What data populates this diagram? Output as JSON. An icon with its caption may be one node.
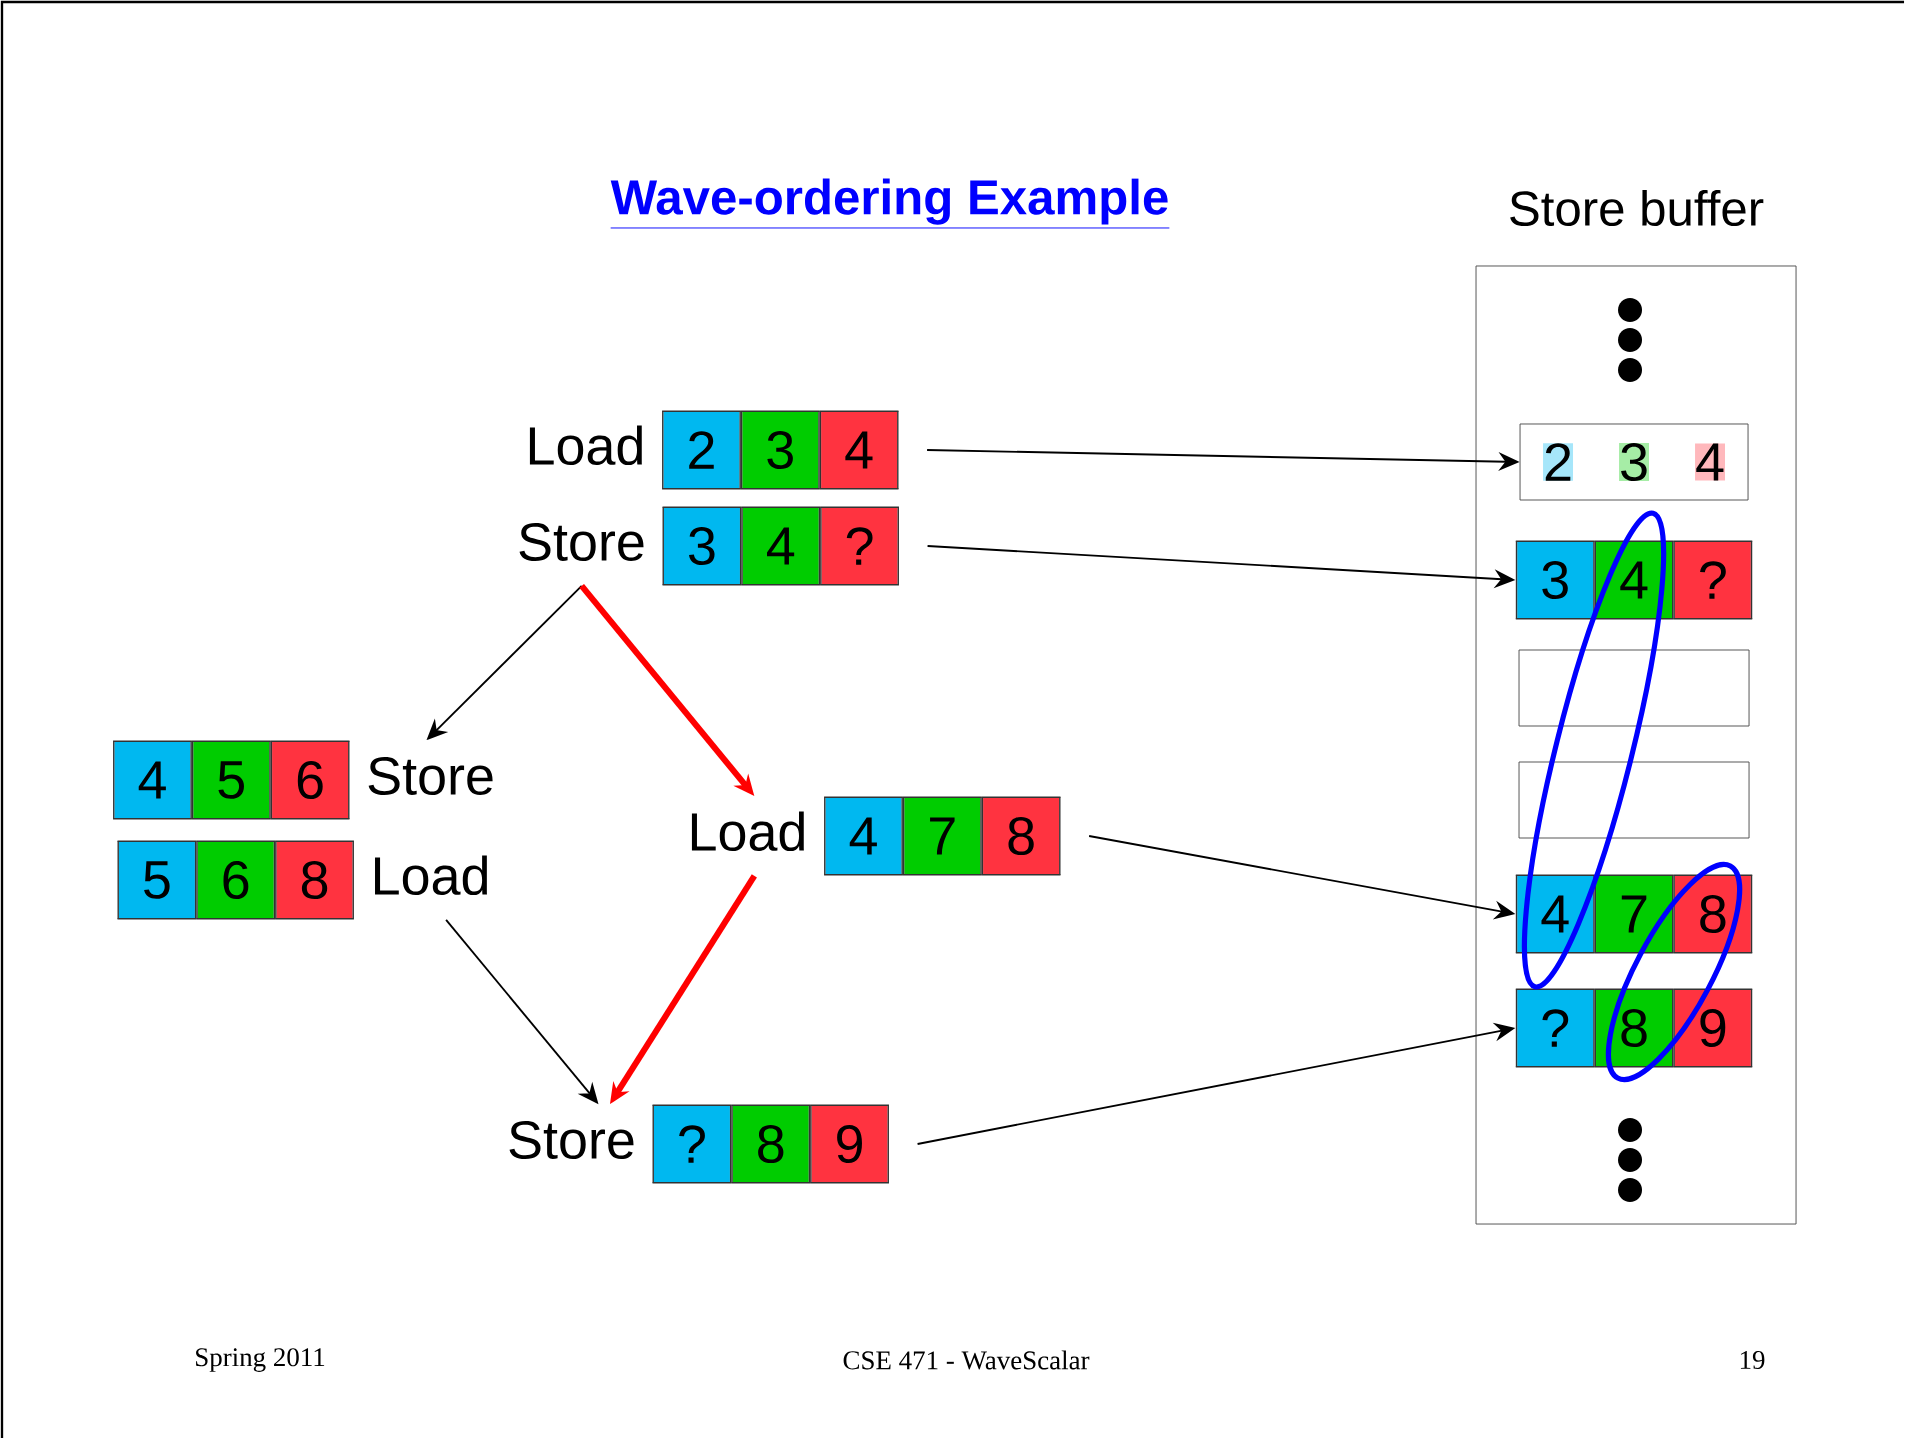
{
  "diagram": {
    "title": "Wave-ordering Example",
    "nodes": [
      {
        "text": [
          "Load",
          "2",
          "3",
          "4"
        ]
      },
      {
        "text": [
          "Store",
          "3",
          "4",
          "?"
        ]
      },
      {
        "text": [
          "4",
          "5",
          "6",
          "Store"
        ]
      },
      {
        "text": [
          "5",
          "6",
          "8",
          "Load"
        ]
      },
      {
        "text": [
          "Load",
          "4",
          "7",
          "8"
        ]
      },
      {
        "text": [
          "Store",
          "?",
          "8",
          "9"
        ]
      },
      {
        "text": [
          "Store buffer"
        ]
      },
      {
        "text": [
          "2",
          "3",
          "4"
        ],
        "in": 6
      },
      {
        "text": [
          "3",
          "4",
          "?"
        ],
        "in": 6
      },
      {
        "text": [],
        "shape": "box",
        "in": 6
      },
      {
        "text": [],
        "shape": "box",
        "in": 6
      },
      {
        "text": [
          "4",
          "7",
          "8"
        ],
        "in": 6
      },
      {
        "text": [
          "?",
          "8",
          "9"
        ],
        "in": 6
      }
    ],
    "edges": [
      {
        "from": 0,
        "to": 7,
        "arrow": "to"
      },
      {
        "from": 1,
        "to": 8,
        "arrow": "to"
      },
      {
        "from": 1,
        "to": 2,
        "arrow": "to"
      },
      {
        "from": 1,
        "to": 4,
        "arrow": "to",
        "style": "thick",
        "color": "#ff0000"
      },
      {
        "from": 4,
        "to": 11,
        "arrow": "to"
      },
      {
        "from": 3,
        "to": 5,
        "arrow": "to"
      },
      {
        "from": 4,
        "to": 5,
        "arrow": "to",
        "style": "thick",
        "color": "#ff0000"
      },
      {
        "from": 5,
        "to": 12,
        "arrow": "to"
      }
    ],
    "labels": [
      "Spring 2011",
      "CSE 471 - WaveScalar",
      "19"
    ]
  }
}
